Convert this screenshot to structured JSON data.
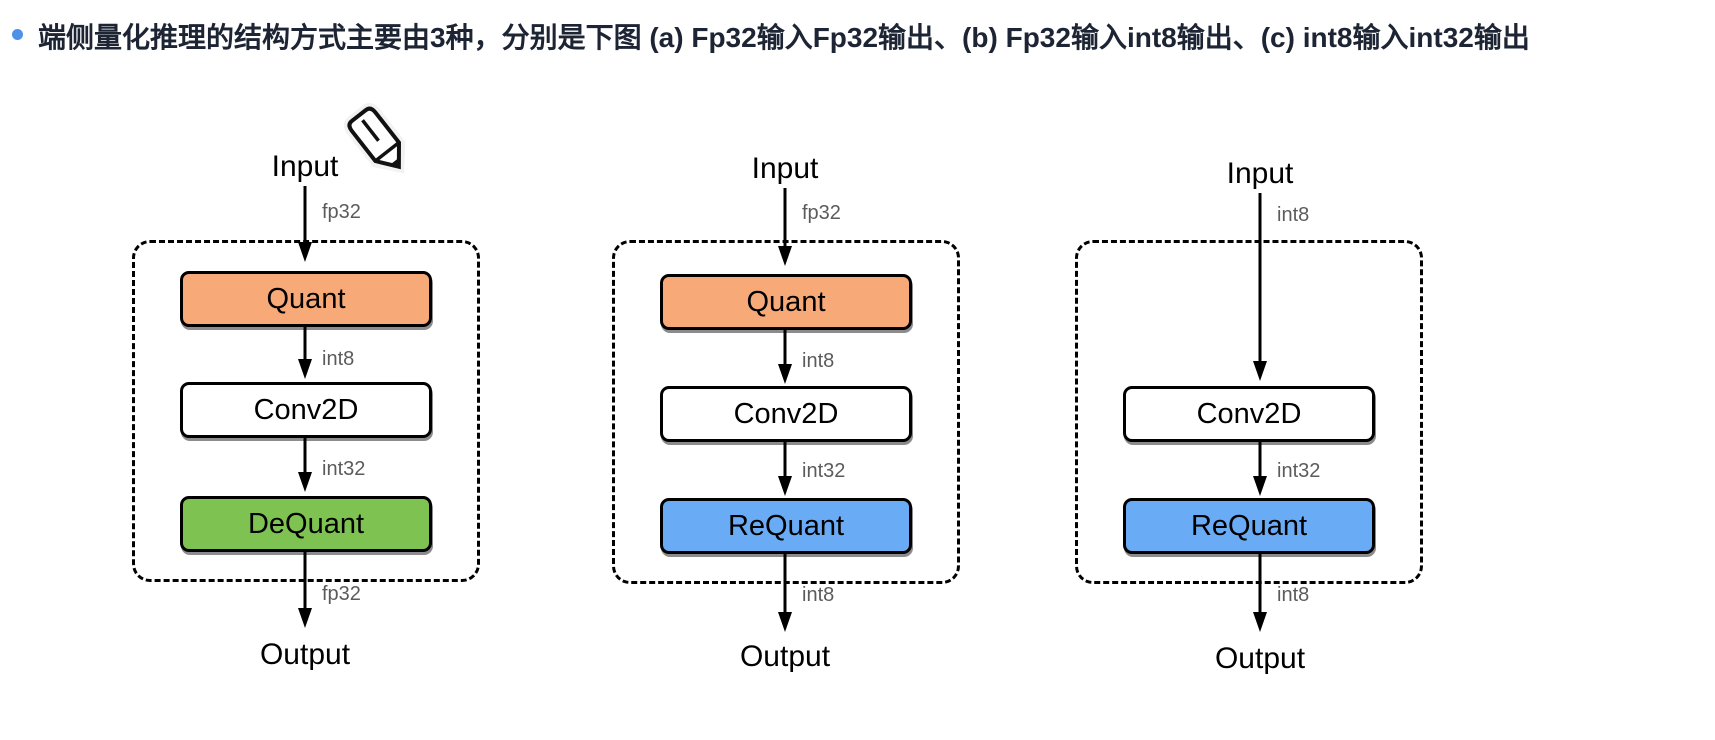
{
  "slide": {
    "bullet_color": "#4e91e8",
    "title": "端侧量化推理的结构方式主要由3种，分别是下图 (a) Fp32输入Fp32输出、(b) Fp32输入int8输出、(c) int8输入int32输出"
  },
  "palette": {
    "quant": "#f8a978",
    "conv": "#ffffff",
    "dequant": "#7ec352",
    "requant": "#6aabf5",
    "edge_label": "#5b5b5b",
    "stroke": "#000000"
  },
  "cursor": {
    "icon": "pencil-icon"
  },
  "diagrams": [
    {
      "id": "a",
      "caption_in": "Input",
      "caption_out": "Output",
      "in_edge": "fp32",
      "out_edge": "fp32",
      "nodes": [
        {
          "label": "Quant",
          "style": "quant",
          "out_edge": "int8"
        },
        {
          "label": "Conv2D",
          "style": "conv",
          "out_edge": "int32"
        },
        {
          "label": "DeQuant",
          "style": "dequant",
          "out_edge": ""
        }
      ]
    },
    {
      "id": "b",
      "caption_in": "Input",
      "caption_out": "Output",
      "in_edge": "fp32",
      "out_edge": "int8",
      "nodes": [
        {
          "label": "Quant",
          "style": "quant",
          "out_edge": "int8"
        },
        {
          "label": "Conv2D",
          "style": "conv",
          "out_edge": "int32"
        },
        {
          "label": "ReQuant",
          "style": "requant",
          "out_edge": ""
        }
      ]
    },
    {
      "id": "c",
      "caption_in": "Input",
      "caption_out": "Output",
      "in_edge": "int8",
      "out_edge": "int8",
      "nodes": [
        {
          "label": "Conv2D",
          "style": "conv",
          "out_edge": "int32"
        },
        {
          "label": "ReQuant",
          "style": "requant",
          "out_edge": ""
        }
      ]
    }
  ]
}
